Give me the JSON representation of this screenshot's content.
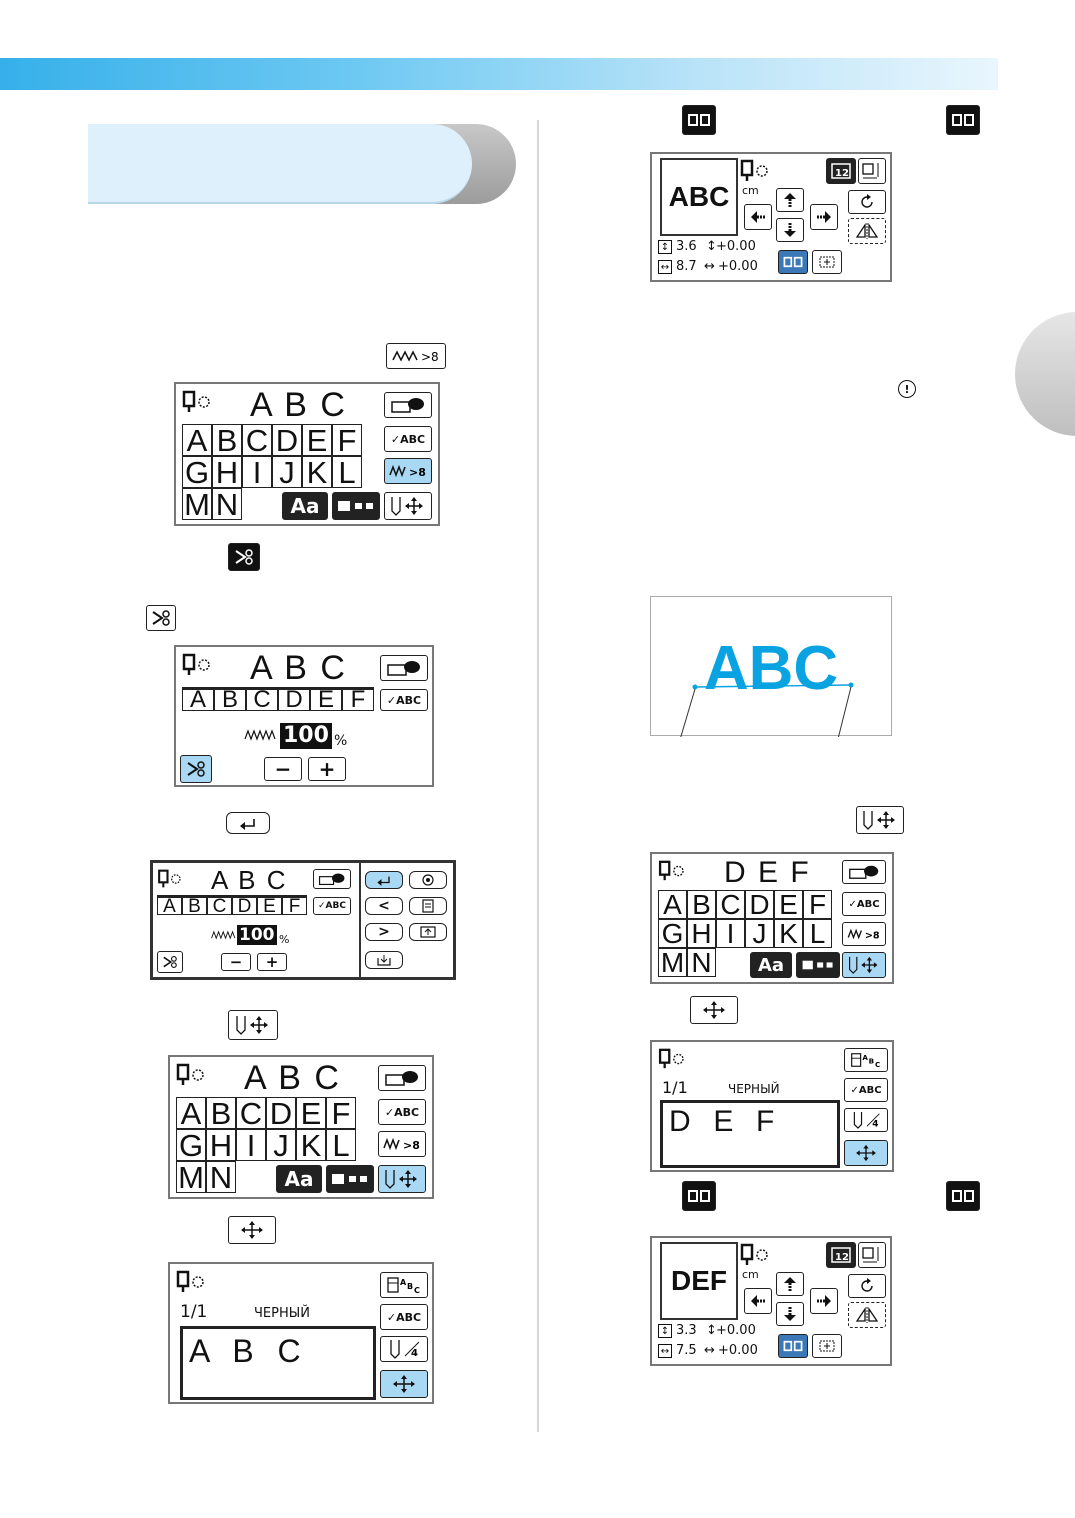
{
  "screens": {
    "letters1": {
      "title": "A B C",
      "rows": [
        [
          "A",
          "B",
          "C",
          "D",
          "E",
          "F"
        ],
        [
          "G",
          "H",
          "I",
          "J",
          "K",
          "L"
        ],
        [
          "M",
          "N"
        ]
      ],
      "case_button": "Aa",
      "check_button": "✓ABC"
    },
    "density": {
      "title": "A B C",
      "rows": [
        [
          "A",
          "B",
          "C",
          "D",
          "E",
          "F"
        ]
      ],
      "check_button": "✓ABC",
      "value": "100",
      "unit": "%",
      "minus": "−",
      "plus": "+"
    },
    "density_wide": {
      "title": "A B C",
      "rows": [
        [
          "A",
          "B",
          "C",
          "D",
          "E",
          "F"
        ]
      ],
      "check_button": "✓ABC",
      "value": "100",
      "unit": "%",
      "minus": "−",
      "plus": "+",
      "prev": "<",
      "next": ">"
    },
    "letters2": {
      "title": "A B C",
      "rows": [
        [
          "A",
          "B",
          "C",
          "D",
          "E",
          "F"
        ],
        [
          "G",
          "H",
          "I",
          "J",
          "K",
          "L"
        ],
        [
          "M",
          "N"
        ]
      ],
      "case_button": "Aa",
      "check_button": "✓ABC"
    },
    "edit_abc": {
      "page": "1/1",
      "color_name": "ЧЕРНЫЙ",
      "text": "A  B  C",
      "check_button": "✓ABC"
    },
    "layout_abc": {
      "preview": "ABC",
      "unit": "cm",
      "height": "3.6",
      "height_offset": "+0.00",
      "width": "8.7",
      "width_offset": "+0.00"
    },
    "letters3": {
      "title": "D E F",
      "rows": [
        [
          "A",
          "B",
          "C",
          "D",
          "E",
          "F"
        ],
        [
          "G",
          "H",
          "I",
          "J",
          "K",
          "L"
        ],
        [
          "M",
          "N"
        ]
      ],
      "case_button": "Aa",
      "check_button": "✓ABC"
    },
    "edit_def": {
      "page": "1/1",
      "color_name": "ЧЕРНЫЙ",
      "text": "D  E  F",
      "check_button": "✓ABC"
    },
    "layout_def": {
      "preview": "DEF",
      "unit": "cm",
      "height": "3.3",
      "height_offset": "+0.00",
      "width": "7.5",
      "width_offset": "+0.00"
    }
  },
  "illustration": {
    "text": "ABC",
    "accent": "#0aa3e2"
  },
  "colors": {
    "highlight": "#a9d8f4",
    "bar_start": "#36b0ea"
  }
}
